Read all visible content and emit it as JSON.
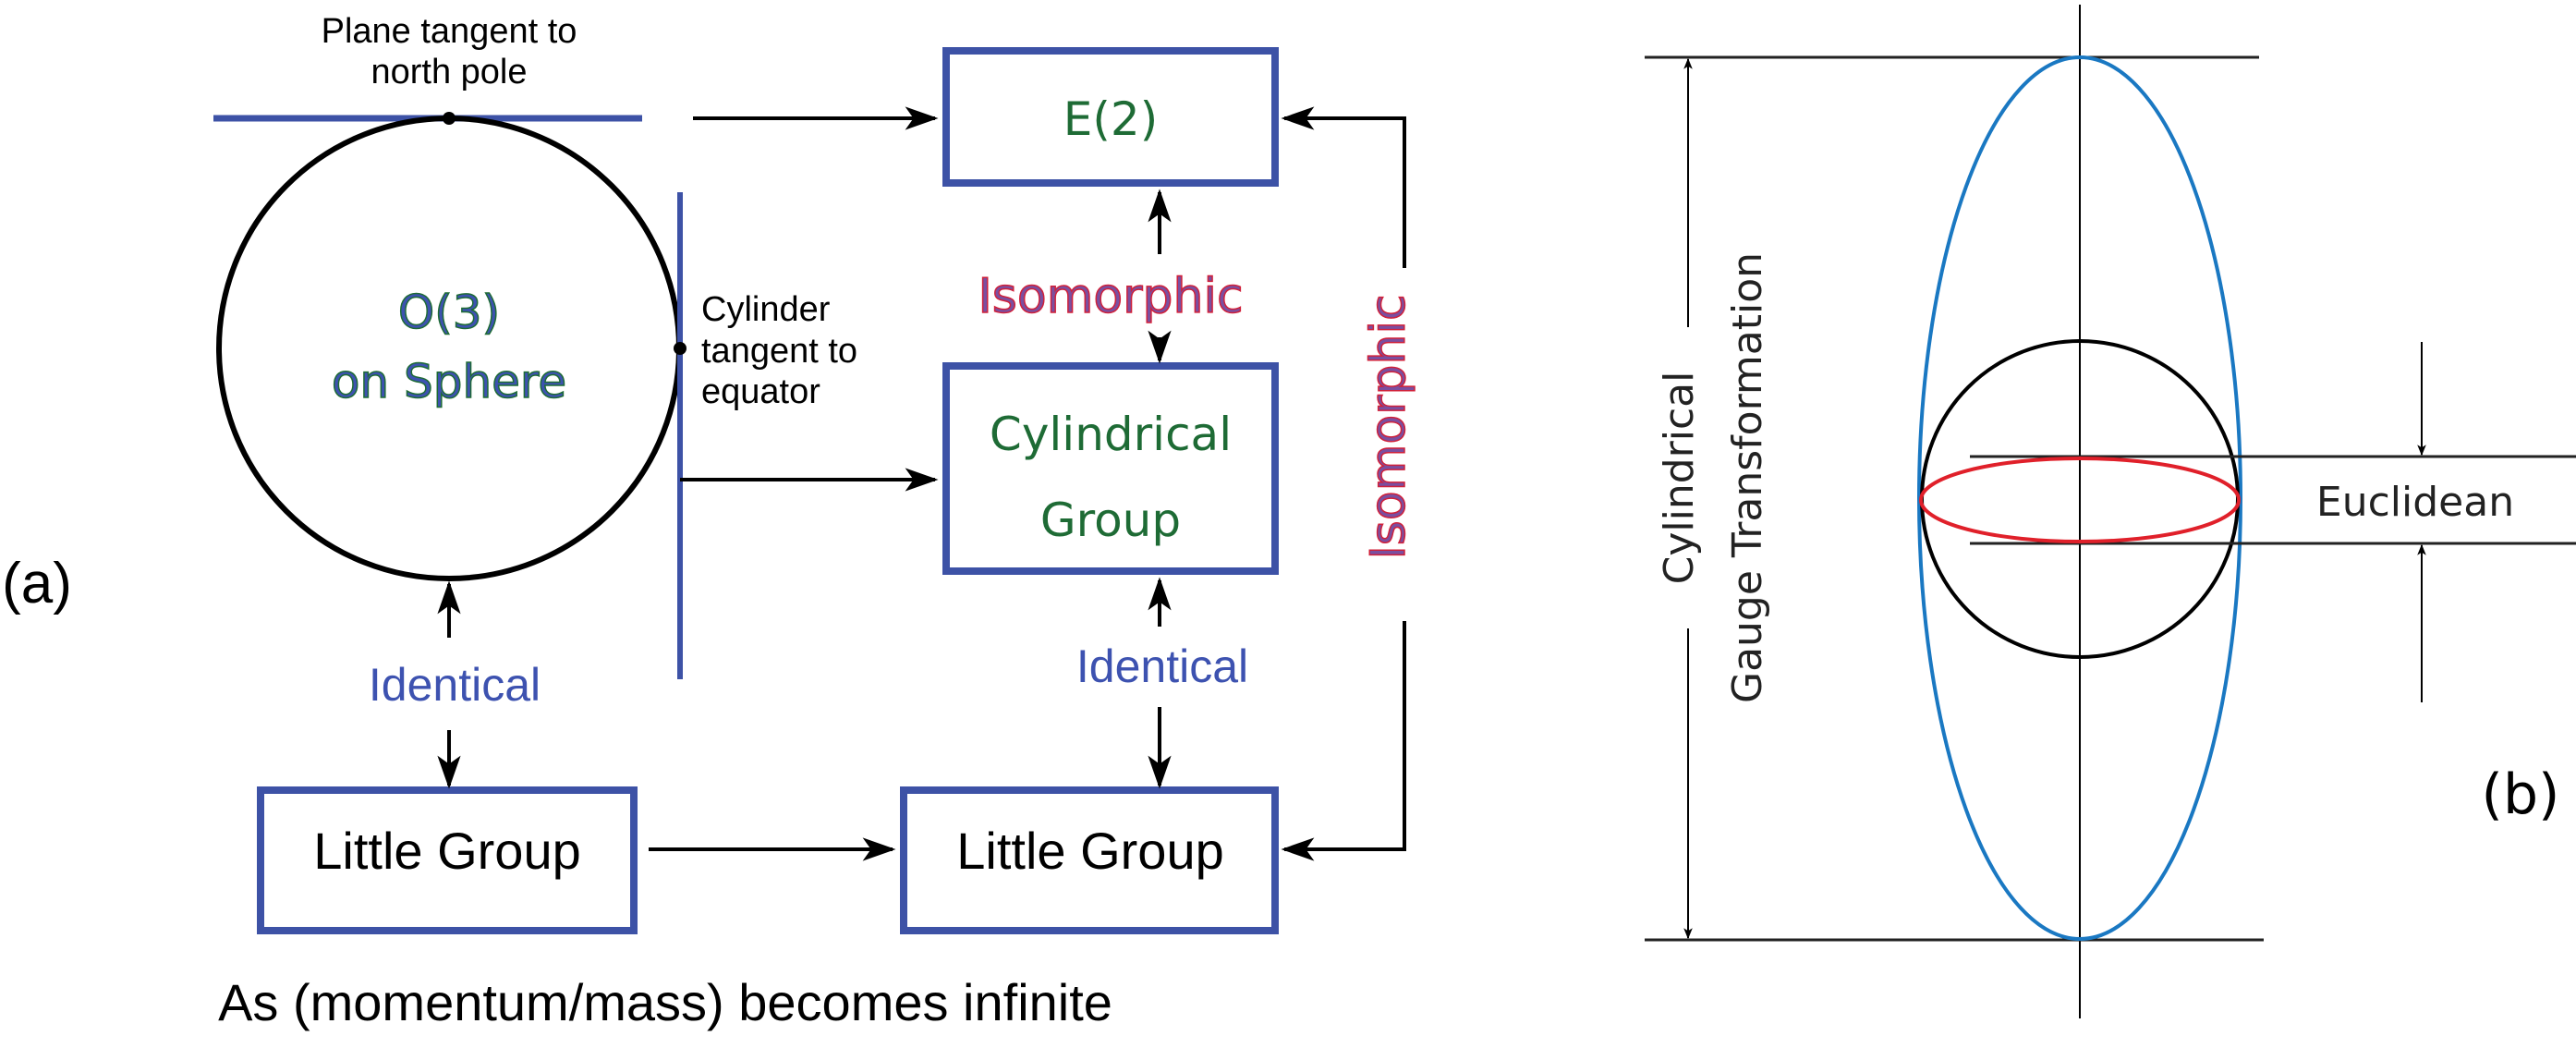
{
  "panel_a": {
    "label": "(a)",
    "plane_label": [
      "Plane tangent to",
      "north pole"
    ],
    "cylinder_label": [
      "Cylinder",
      "tangent to",
      "equator"
    ],
    "sphere_label": [
      "O(3)",
      "on Sphere"
    ],
    "e2_box": "E(2)",
    "cylindrical_box": [
      "Cylindrical",
      "Group"
    ],
    "little_group_left": "Little Group",
    "little_group_right": "Little Group",
    "isomorphic_middle": "Isomorphic",
    "isomorphic_right": "Isomorphic",
    "identical_left": "Identical",
    "identical_right": "Identical",
    "caption": "As (momentum/mass) becomes infinite"
  },
  "panel_b": {
    "label": "(b)",
    "dimension_label": [
      "Cylindrical",
      "Gauge Transformation"
    ],
    "euclidean_label": "Euclidean"
  },
  "colors": {
    "box_blue": "#3d52a6",
    "green_text": "#1e6b35",
    "isomorphic_fill": "#7a4fa0",
    "isomorphic_stroke": "#d0203a",
    "identical_blue": "#3d52b0",
    "ellipse_blue": "#1a78c2",
    "ellipse_red": "#e0202a"
  }
}
